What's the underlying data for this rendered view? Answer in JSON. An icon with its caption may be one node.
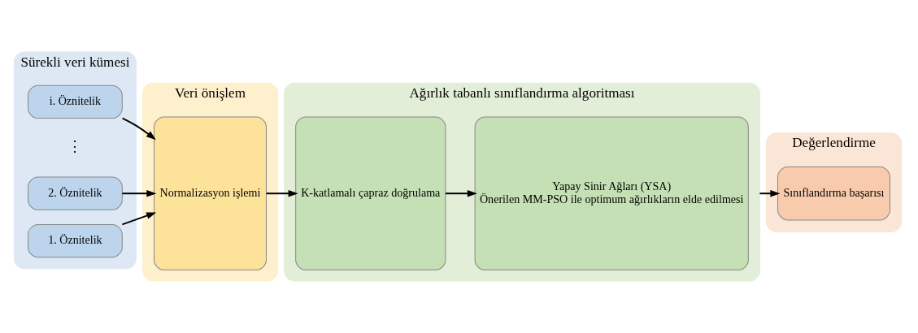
{
  "diagram": {
    "nodes": [
      {
        "text": [
          "Sürekli veri kümesi"
        ]
      },
      {
        "text": [
          "1. Öznitelik"
        ],
        "in": 0
      },
      {
        "text": [
          "2. Öznitelik"
        ],
        "in": 0
      },
      {
        "text": [
          "i. Öznitelik"
        ],
        "in": 0
      },
      {
        "text": [
          "Veri önişlem"
        ]
      },
      {
        "text": [
          "Normalizasyon işlemi"
        ],
        "in": 4
      },
      {
        "text": [
          "Ağırlık tabanlı sınıflandırma algoritması"
        ]
      },
      {
        "text": [
          "K-katlamalı çapraz doğrulama"
        ],
        "in": 6
      },
      {
        "text": [
          "Yapay Sinir Ağları (YSA)",
          "Önerilen MM-PSO ile optimum ağırlıkların elde edilmesi"
        ],
        "in": 6
      },
      {
        "text": [
          "Değerlendirme"
        ]
      },
      {
        "text": [
          "Sınıflandırma başarısı"
        ],
        "in": 9
      }
    ],
    "edges": [
      {
        "from": 1,
        "to": 5,
        "arrow": "to"
      },
      {
        "from": 2,
        "to": 5,
        "arrow": "to"
      },
      {
        "from": 3,
        "to": 5,
        "arrow": "to"
      },
      {
        "from": 5,
        "to": 7,
        "arrow": "to"
      },
      {
        "from": 7,
        "to": 8,
        "arrow": "to"
      },
      {
        "from": 6,
        "to": 10,
        "arrow": "to"
      }
    ],
    "labels": [
      "⋮"
    ]
  }
}
